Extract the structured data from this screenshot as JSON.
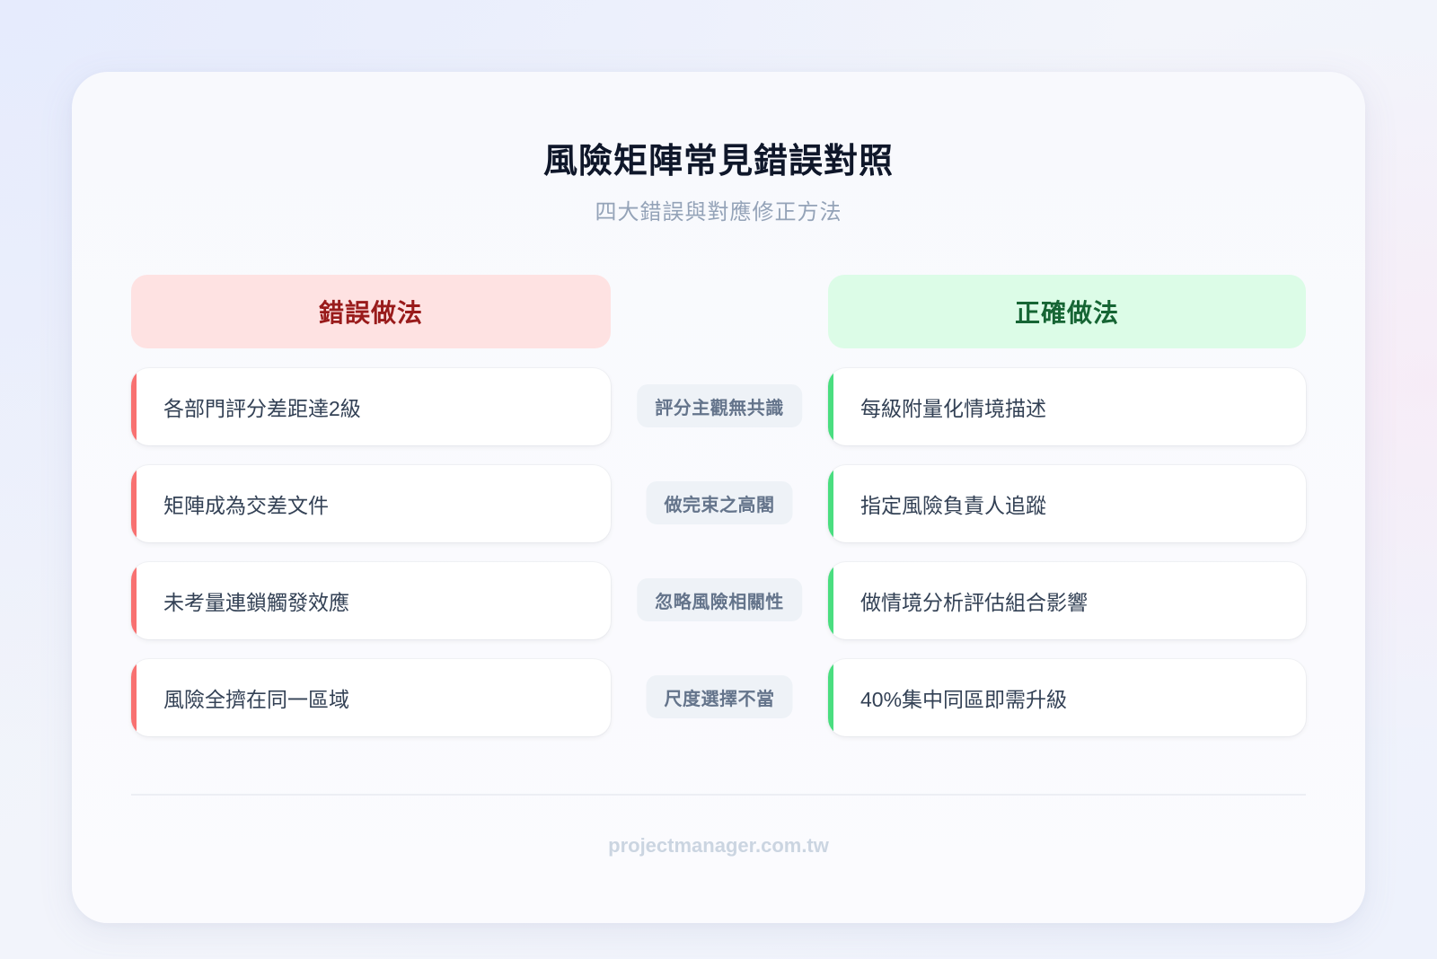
{
  "header": {
    "title": "風險矩陣常見錯誤對照",
    "subtitle": "四大錯誤與對應修正方法"
  },
  "columns": {
    "wrong": {
      "label": "錯誤做法",
      "bg": "#fee2e2",
      "text": "#991b1b",
      "accent": "#f87171"
    },
    "right": {
      "label": "正確做法",
      "bg": "#dcfce7",
      "text": "#166534",
      "accent": "#4ade80"
    }
  },
  "rows": [
    {
      "wrong": "各部門評分差距達2級",
      "tag": "評分主觀無共識",
      "right": "每級附量化情境描述"
    },
    {
      "wrong": "矩陣成為交差文件",
      "tag": "做完束之高閣",
      "right": "指定風險負責人追蹤"
    },
    {
      "wrong": "未考量連鎖觸發效應",
      "tag": "忽略風險相關性",
      "right": "做情境分析評估組合影響"
    },
    {
      "wrong": "風險全擠在同一區域",
      "tag": "尺度選擇不當",
      "right": "40%集中同區即需升級"
    }
  ],
  "footer": {
    "source": "projectmanager.com.tw"
  }
}
